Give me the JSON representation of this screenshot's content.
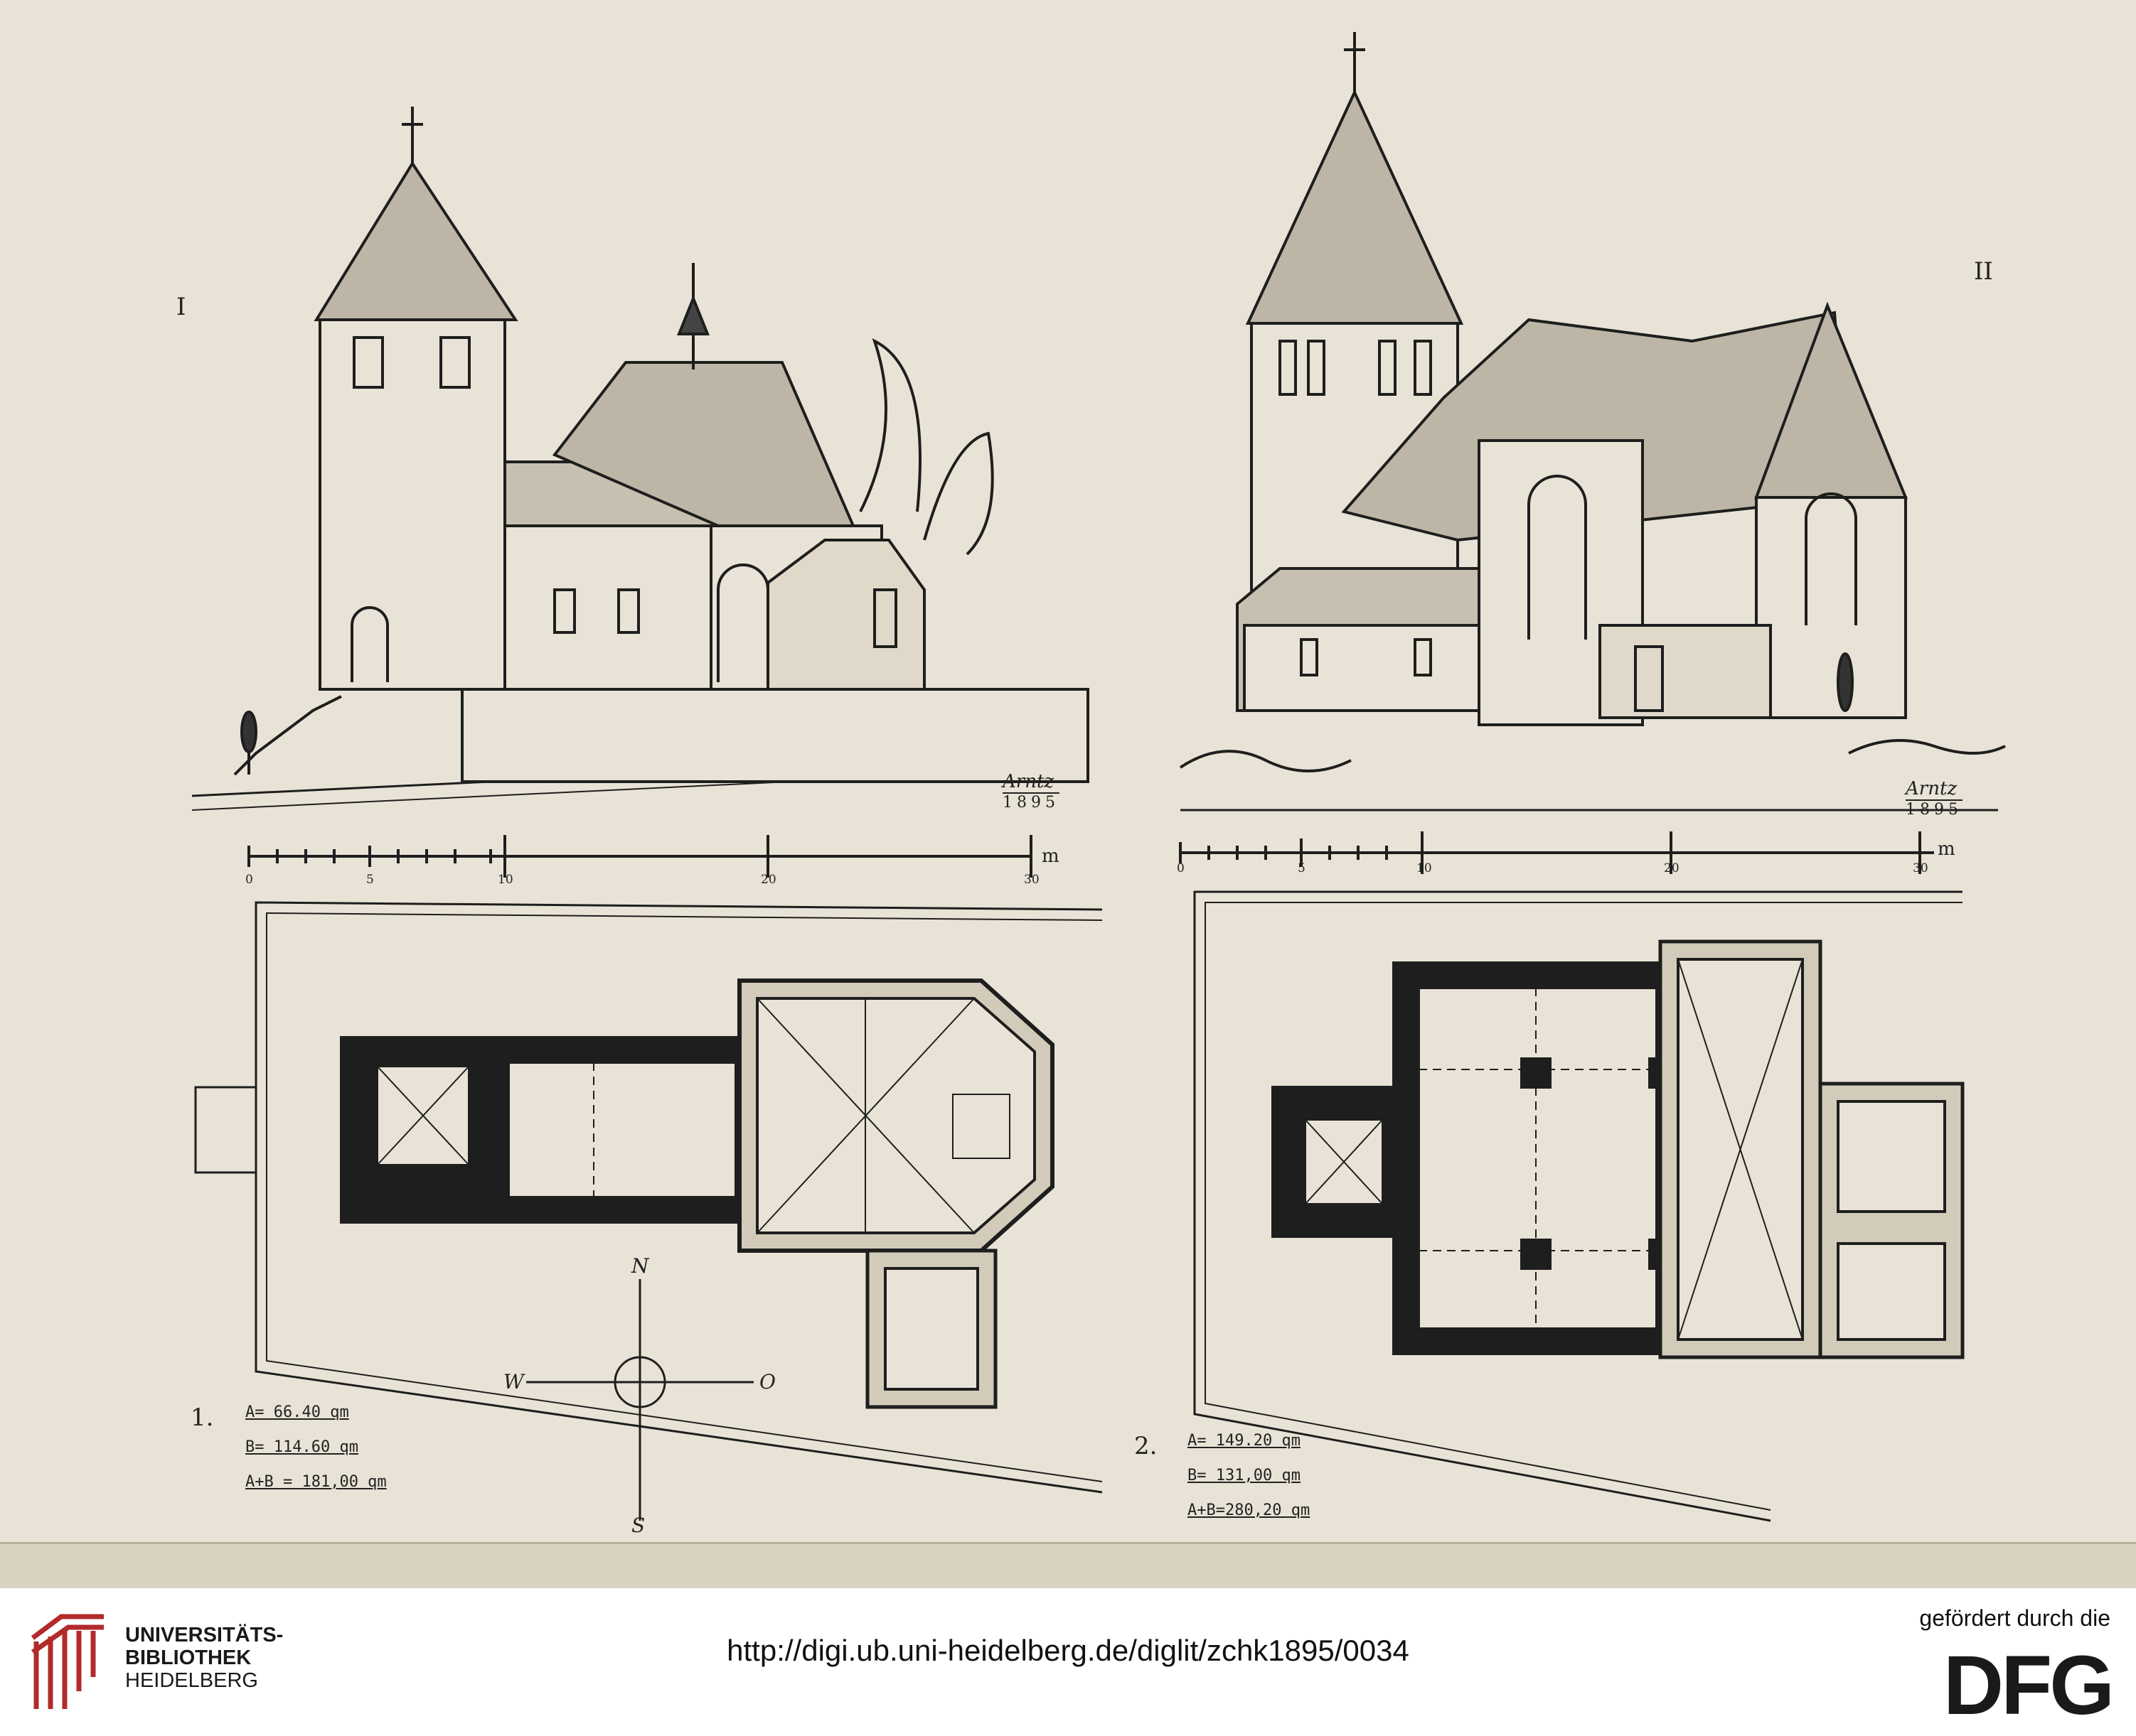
{
  "plate": {
    "left_number": "I",
    "right_number": "II",
    "left_signature": "Arntz",
    "left_year": "1895",
    "right_signature": "Arntz",
    "right_year": "1895"
  },
  "scales": {
    "left": {
      "ticks": [
        "0",
        "5",
        "10",
        "20",
        "30"
      ],
      "unit": "m"
    },
    "right": {
      "ticks": [
        "0",
        "5",
        "10",
        "20",
        "30"
      ],
      "unit": "m"
    }
  },
  "compass": {
    "north": "N",
    "south": "S",
    "west": "W",
    "east": "O"
  },
  "legend_left": {
    "number": "1.",
    "rows": [
      "A= 66.40 qm",
      "B= 114.60 qm",
      "A+B = 181,00 qm"
    ]
  },
  "legend_right": {
    "number": "2.",
    "rows": [
      "A= 149.20 qm",
      "B= 131,00 qm",
      "A+B=280,20 qm"
    ]
  },
  "footer": {
    "library_line1": "UNIVERSITÄTS-",
    "library_line2": "BIBLIOTHEK",
    "library_line3": "HEIDELBERG",
    "url": "http://digi.ub.uni-heidelberg.de/diglit/zchk1895/0034",
    "funding_note": "gefördert durch die",
    "funder": "DFG"
  },
  "colors": {
    "paper": "#e8e3d6",
    "ink": "#1e1e1e",
    "logo_red": "#b22a2a"
  }
}
